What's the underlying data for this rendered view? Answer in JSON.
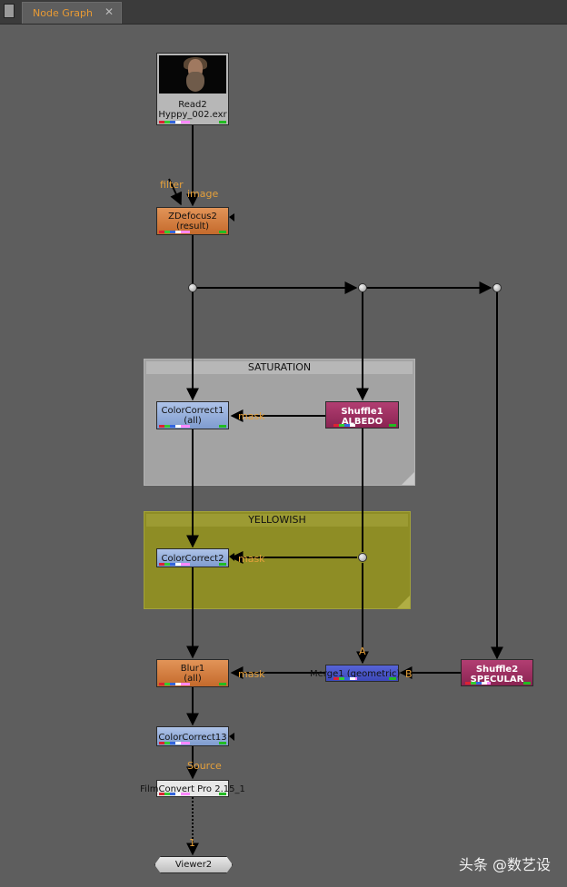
{
  "tab": {
    "title": "Node Graph",
    "close": "✕"
  },
  "backdrops": {
    "saturation": "SATURATION",
    "yellowish": "YELLOWISH"
  },
  "nodes": {
    "read": {
      "name": "Read2",
      "file": "Hyppy_002.exr"
    },
    "zdefocus": {
      "name": "ZDefocus2",
      "sub": "(result)"
    },
    "cc1": {
      "name": "ColorCorrect1",
      "sub": "(all)"
    },
    "shuffle1": {
      "name": "Shuffle1",
      "sub": "ALBEDO"
    },
    "cc2": {
      "name": "ColorCorrect2"
    },
    "blur": {
      "name": "Blur1",
      "sub": "(all)"
    },
    "merge": {
      "name": "Merge1 (geometric)"
    },
    "shuffle2": {
      "name": "Shuffle2",
      "sub": "SPECULAR"
    },
    "cc13": {
      "name": "ColorCorrect13"
    },
    "filmconvert": {
      "name": "FilmConvert Pro 2.15_1"
    },
    "viewer": {
      "name": "Viewer2"
    }
  },
  "inputs": {
    "filter": "filter",
    "image": "image",
    "mask": "mask",
    "a": "A",
    "b": "B",
    "source": "Source",
    "viewer_in": "1"
  },
  "watermark": "头条 @数艺设"
}
